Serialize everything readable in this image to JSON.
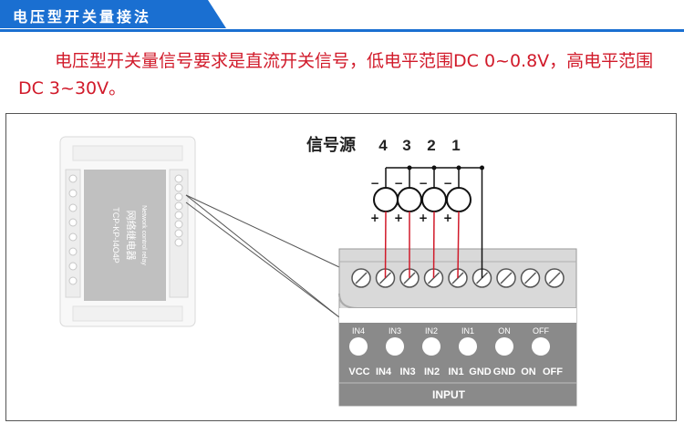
{
  "header": {
    "title": "电压型开关量接法"
  },
  "description": {
    "text": "电压型开关量信号要求是直流开关信号，低电平范围DC 0~0.8V，高电平范围DC 3~30V。"
  },
  "diagram": {
    "source_label": "信号源",
    "source_numbers": [
      "4",
      "3",
      "2",
      "1"
    ],
    "polarity_minus": "−",
    "polarity_plus": "+",
    "device_text_1": "网络继电器",
    "device_text_2": "TCP-KP-I4O4P",
    "device_text_3": "Network control relay",
    "button_labels": [
      "IN4",
      "IN3",
      "IN2",
      "IN1",
      "ON",
      "OFF"
    ],
    "terminal_labels": [
      "VCC",
      "IN4",
      "IN3",
      "IN2",
      "IN1",
      "GND",
      "GND",
      "ON",
      "OFF"
    ],
    "footer_label": "INPUT",
    "colors": {
      "header": "#1a6fd1",
      "text_red": "#d11a2a",
      "wire_red": "#d11a2a",
      "wire_black": "#111111",
      "panel": "#d9d9d9",
      "strip": "#8a8a8a"
    }
  }
}
